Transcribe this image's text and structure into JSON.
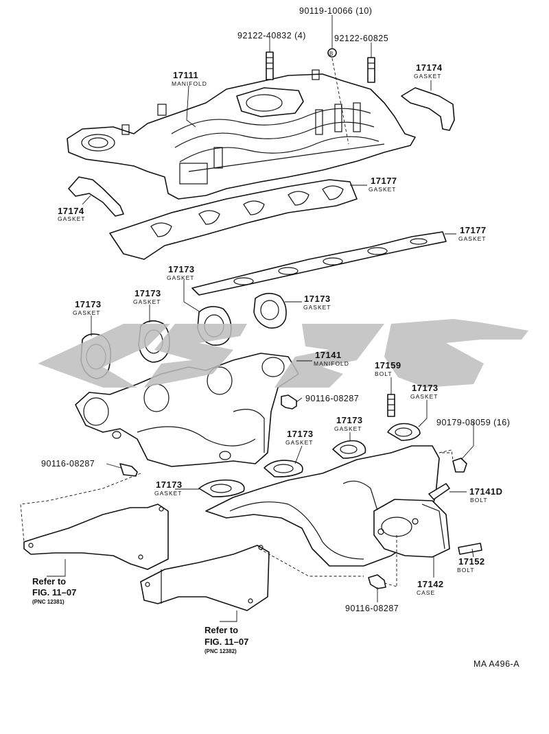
{
  "parts": {
    "p90119": {
      "number": "90119-10066 (10)"
    },
    "p92122a": {
      "number": "92122-40832 (4)"
    },
    "p92122b": {
      "number": "92122-60825"
    },
    "p17111": {
      "number": "17111",
      "desc": "MANIFOLD"
    },
    "p17174r": {
      "number": "17174",
      "desc": "GASKET"
    },
    "p17174l": {
      "number": "17174",
      "desc": "GASKET"
    },
    "p17177a": {
      "number": "17177",
      "desc": "GASKET"
    },
    "p17177b": {
      "number": "17177",
      "desc": "GASKET"
    },
    "p17173a": {
      "number": "17173",
      "desc": "GASKET"
    },
    "p17173b": {
      "number": "17173",
      "desc": "GASKET"
    },
    "p17173c": {
      "number": "17173",
      "desc": "GASKET"
    },
    "p17173d": {
      "number": "17173",
      "desc": "GASKET"
    },
    "p17141": {
      "number": "17141",
      "desc": "MANIFOLD"
    },
    "p17159": {
      "number": "17159",
      "desc": "BOLT"
    },
    "p17173e": {
      "number": "17173",
      "desc": "GASKET"
    },
    "p90116a": {
      "number": "90116-08287"
    },
    "p90179": {
      "number": "90179-08059 (16)"
    },
    "p17173f": {
      "number": "17173",
      "desc": "GASKET"
    },
    "p17173g": {
      "number": "17173",
      "desc": "GASKET"
    },
    "p90116b": {
      "number": "90116-08287"
    },
    "p17173h": {
      "number": "17173",
      "desc": "GASKET"
    },
    "p17141d": {
      "number": "17141D",
      "desc": "BOLT"
    },
    "p17152": {
      "number": "17152",
      "desc": "BOLT"
    },
    "p17142": {
      "number": "17142",
      "desc": "CASE"
    },
    "p90116c": {
      "number": "90116-08287"
    }
  },
  "refs": {
    "r1": {
      "line1": "Refer to",
      "line2": "FIG. 11–07",
      "line3": "(PNC 12381)"
    },
    "r2": {
      "line1": "Refer to",
      "line2": "FIG. 11–07",
      "line3": "(PNC 12382)"
    }
  },
  "diagram_code": "MA A496-A",
  "colors": {
    "line": "#111111",
    "watermark": "#bdbdbd",
    "background": "#ffffff"
  }
}
